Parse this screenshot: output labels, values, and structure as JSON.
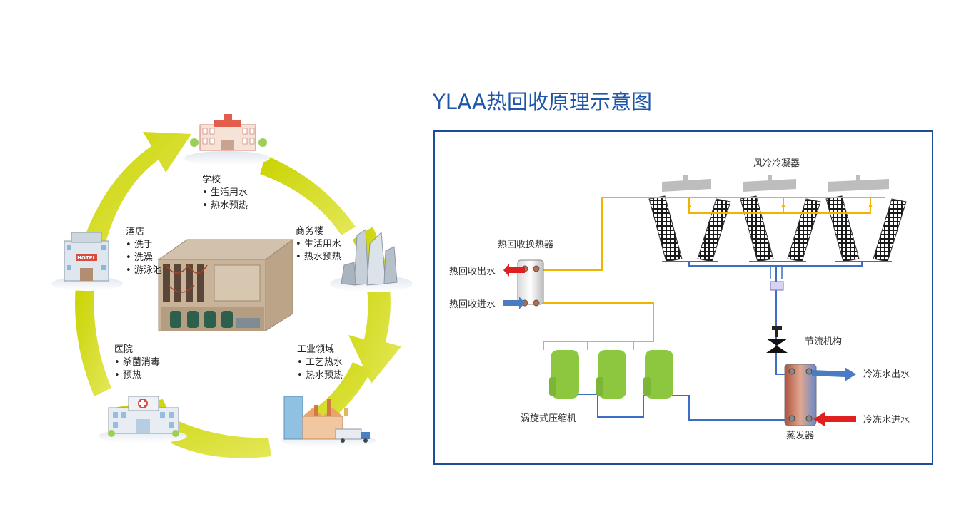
{
  "title": "YLAA热回收原理示意图",
  "cycle": {
    "school": {
      "name": "学校",
      "items": [
        "生活用水",
        "热水预热"
      ]
    },
    "office": {
      "name": "商务楼",
      "items": [
        "生活用水",
        "热水预热"
      ]
    },
    "industry": {
      "name": "工业领域",
      "items": [
        "工艺热水",
        "热水预热"
      ]
    },
    "hospital": {
      "name": "医院",
      "items": [
        "杀菌消毒",
        "预热"
      ]
    },
    "hotel": {
      "name": "酒店",
      "items": [
        "洗手",
        "洗澡",
        "游泳池"
      ]
    },
    "hotel_sign": "HOTEL",
    "arrow_color": "#d6dc00"
  },
  "diagram": {
    "condenser_label": "风冷冷凝器",
    "heat_exchanger_label": "热回收换热器",
    "hot_water_out": "热回收出水",
    "hot_water_in": "热回收进水",
    "throttle_label": "节流机构",
    "chilled_out": "冷冻水出水",
    "chilled_in": "冷冻水进水",
    "compressor_label": "涡旋式压缩机",
    "evaporator_label": "蒸发器",
    "colors": {
      "hot_pipe": "#f2b200",
      "cold_pipe": "#3c6fc4",
      "compressor": "#8dc63f",
      "fan": "#bdbdbd",
      "red_arrow": "#e02020",
      "blue_arrow": "#4a7cc4",
      "border": "#1e4c98"
    }
  }
}
